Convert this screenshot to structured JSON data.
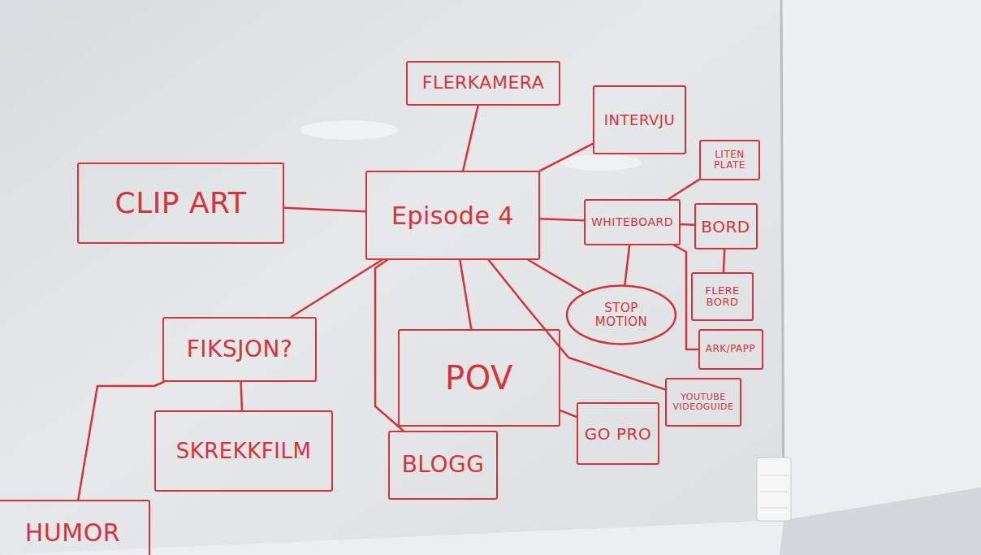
{
  "diagram": {
    "nodes": [
      {
        "text": [
          "FLERKAMERA"
        ]
      },
      {
        "text": [
          "INTERVJU"
        ]
      },
      {
        "text": [
          "LITEN PLATE"
        ]
      },
      {
        "text": [
          "CLIP ART"
        ]
      },
      {
        "text": [
          "Episode 4"
        ]
      },
      {
        "text": [
          "WHITEBOARD"
        ]
      },
      {
        "text": [
          "BORD"
        ]
      },
      {
        "text": [
          "STOP MOTION"
        ]
      },
      {
        "text": [
          "FLERE BORD"
        ]
      },
      {
        "text": [
          "ARK/PAPP"
        ]
      },
      {
        "text": [
          "FIKSJON?"
        ]
      },
      {
        "text": [
          "POV"
        ]
      },
      {
        "text": [
          "YOUTUBE VIDEOGUIDE"
        ]
      },
      {
        "text": [
          "SKREKKFILM"
        ]
      },
      {
        "text": [
          "GO PRO"
        ]
      },
      {
        "text": [
          "BLOGG"
        ]
      },
      {
        "text": [
          "HUMOR"
        ]
      }
    ],
    "edges": [
      {
        "from": 4,
        "to": 0,
        "arrow": "none"
      },
      {
        "from": 4,
        "to": 1,
        "arrow": "none"
      },
      {
        "from": 4,
        "to": 3,
        "arrow": "none"
      },
      {
        "from": 4,
        "to": 5,
        "arrow": "none"
      },
      {
        "from": 5,
        "to": 2,
        "arrow": "none"
      },
      {
        "from": 5,
        "to": 6,
        "arrow": "none"
      },
      {
        "from": 6,
        "to": 8,
        "arrow": "none"
      },
      {
        "from": 5,
        "to": 9,
        "arrow": "none"
      },
      {
        "from": 5,
        "to": 7,
        "arrow": "none"
      },
      {
        "from": 4,
        "to": 7,
        "arrow": "none"
      },
      {
        "from": 4,
        "to": 12,
        "arrow": "none"
      },
      {
        "from": 4,
        "to": 11,
        "arrow": "none"
      },
      {
        "from": 4,
        "to": 15,
        "arrow": "none"
      },
      {
        "from": 4,
        "to": 10,
        "arrow": "none"
      },
      {
        "from": 10,
        "to": 13,
        "arrow": "none"
      },
      {
        "from": 10,
        "to": 16,
        "arrow": "none"
      },
      {
        "from": 11,
        "to": 14,
        "arrow": "none"
      }
    ]
  }
}
